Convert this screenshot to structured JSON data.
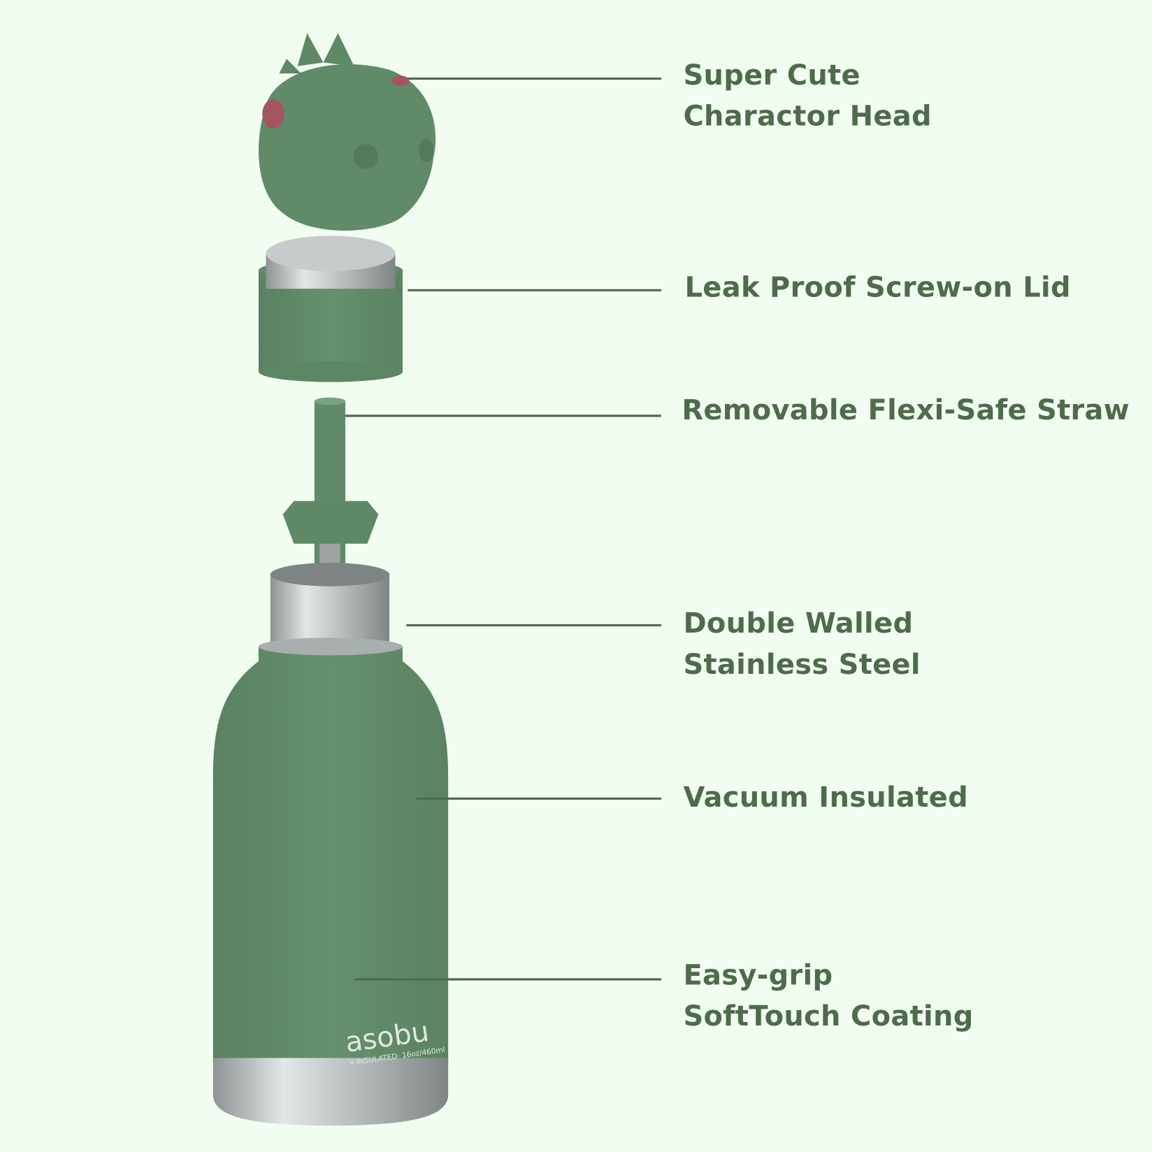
{
  "colors": {
    "background": "#f1fdf1",
    "text": "#4e6b4b",
    "bottle_green": "#618a69",
    "steel": "#c9cccc",
    "cheek": "#a35561"
  },
  "brand": {
    "logo": "asobu",
    "capacity_text": "V-INSULATED· 16oz/460ml"
  },
  "callouts": [
    {
      "lines": [
        "Super Cute",
        "Charactor Head"
      ]
    },
    {
      "lines": [
        "Leak Proof Screw-on Lid"
      ]
    },
    {
      "lines": [
        "Removable Flexi-Safe Straw"
      ]
    },
    {
      "lines": [
        "Double Walled",
        "Stainless Steel"
      ]
    },
    {
      "lines": [
        "Vacuum Insulated"
      ]
    },
    {
      "lines": [
        "Easy-grip",
        "SoftTouch Coating"
      ]
    }
  ]
}
